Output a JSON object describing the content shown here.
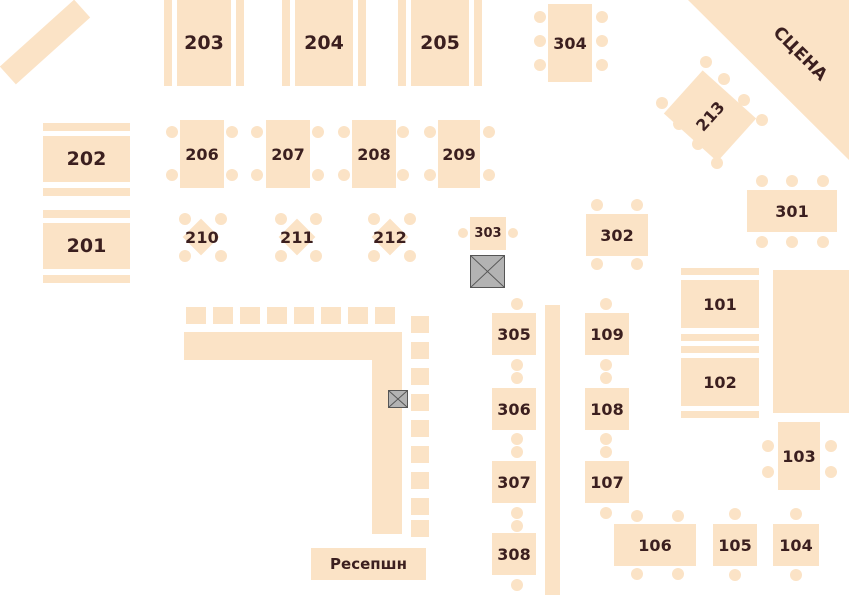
{
  "tables": {
    "t101": "101",
    "t102": "102",
    "t103": "103",
    "t104": "104",
    "t105": "105",
    "t106": "106",
    "t107": "107",
    "t108": "108",
    "t109": "109",
    "t201": "201",
    "t202": "202",
    "t203": "203",
    "t204": "204",
    "t205": "205",
    "t206": "206",
    "t207": "207",
    "t208": "208",
    "t209": "209",
    "t210": "210",
    "t211": "211",
    "t212": "212",
    "t213": "213",
    "t301": "301",
    "t302": "302",
    "t303": "303",
    "t304": "304",
    "t305": "305",
    "t306": "306",
    "t307": "307",
    "t308": "308"
  },
  "stage_label": "СЦЕНА",
  "reception_label": "Ресепшн",
  "colors": {
    "furniture": "#fbe3c6",
    "text": "#3b1f1f",
    "pillar": "#b3b3b3"
  }
}
